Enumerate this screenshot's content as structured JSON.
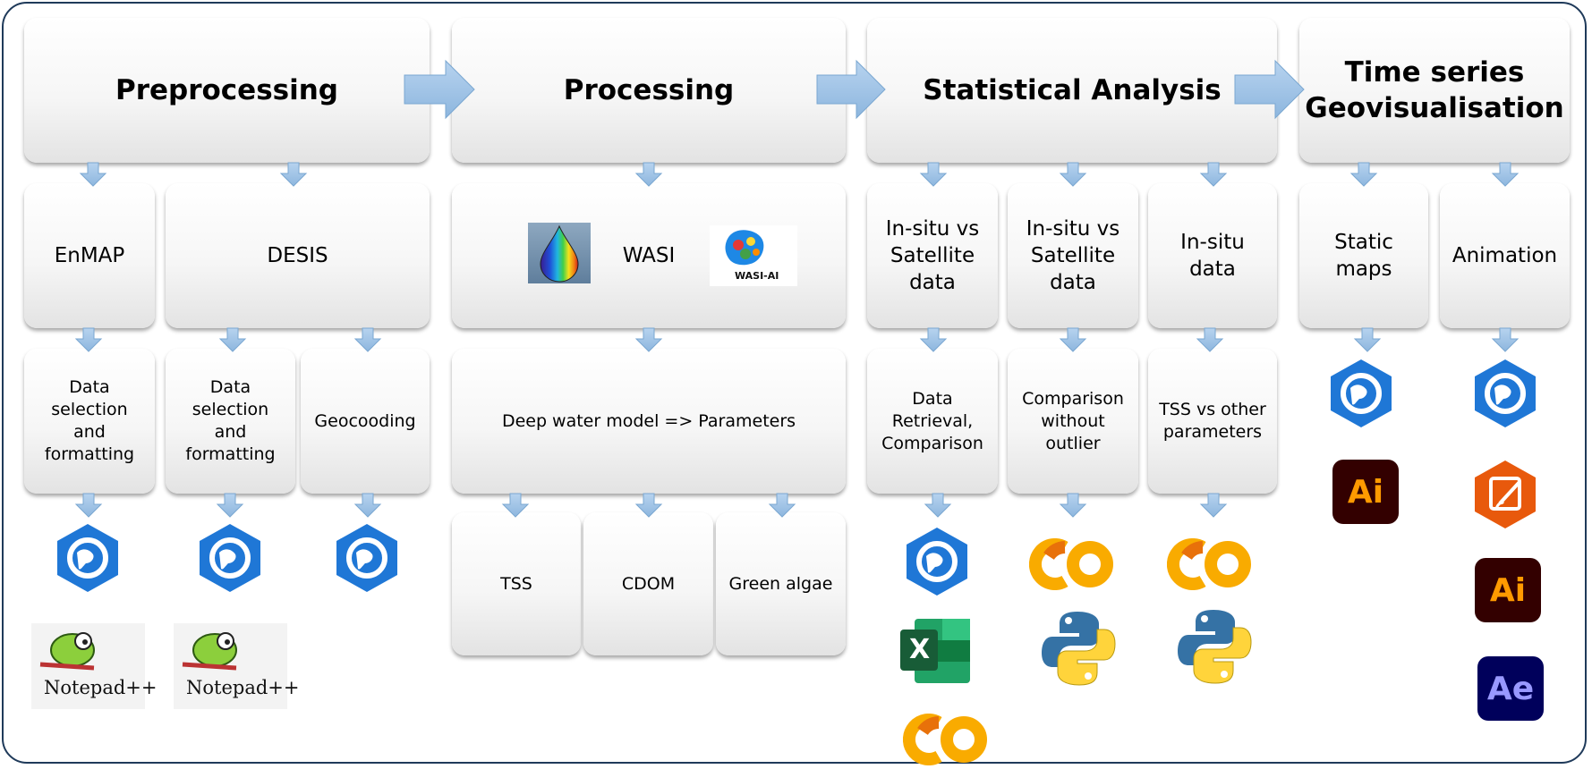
{
  "stages": [
    {
      "title": "Preprocessing"
    },
    {
      "title": "Processing"
    },
    {
      "title": "Statistical Analysis"
    },
    {
      "title": "Time series\nGeovisualisation"
    }
  ],
  "level2": {
    "enmap": "EnMAP",
    "desis": "DESIS",
    "wasi": "WASI",
    "wasi_ai_logo_text": "WASI-AI",
    "insitu_sat_1": "In-situ vs\nSatellite\ndata",
    "insitu_sat_2": "In-situ vs\nSatellite\ndata",
    "insitu": "In-situ\ndata",
    "static_maps": "Static\nmaps",
    "animation": "Animation"
  },
  "level3": {
    "enmap_data": "Data\nselection\nand\nformatting",
    "desis_data": "Data\nselection\nand\nformatting",
    "geocoding": "Geocooding",
    "deep_water": "Deep water model => Parameters",
    "retrieval": "Data\nRetrieval,\nComparison",
    "no_outlier": "Comparison\nwithout\noutlier",
    "tss_other": "TSS vs other\nparameters"
  },
  "level4": {
    "tss": "TSS",
    "cdom": "CDOM",
    "green_algae": "Green algae"
  },
  "logos": {
    "ai_text": "Ai",
    "ae_text": "Ae",
    "excel_text": "X",
    "notepad_text": "Notepad++"
  },
  "colors": {
    "arrow": "#9dc3e6",
    "arcgis_blue": "#1f77d6",
    "colab_orange": "#f9ab00",
    "ai_bg": "#330000",
    "ai_fg": "#ff9a00",
    "ae_bg": "#00005b",
    "ae_fg": "#9999ff",
    "excel_green": "#1d6f42",
    "python_blue": "#3572a5",
    "python_yellow": "#ffd43b"
  }
}
